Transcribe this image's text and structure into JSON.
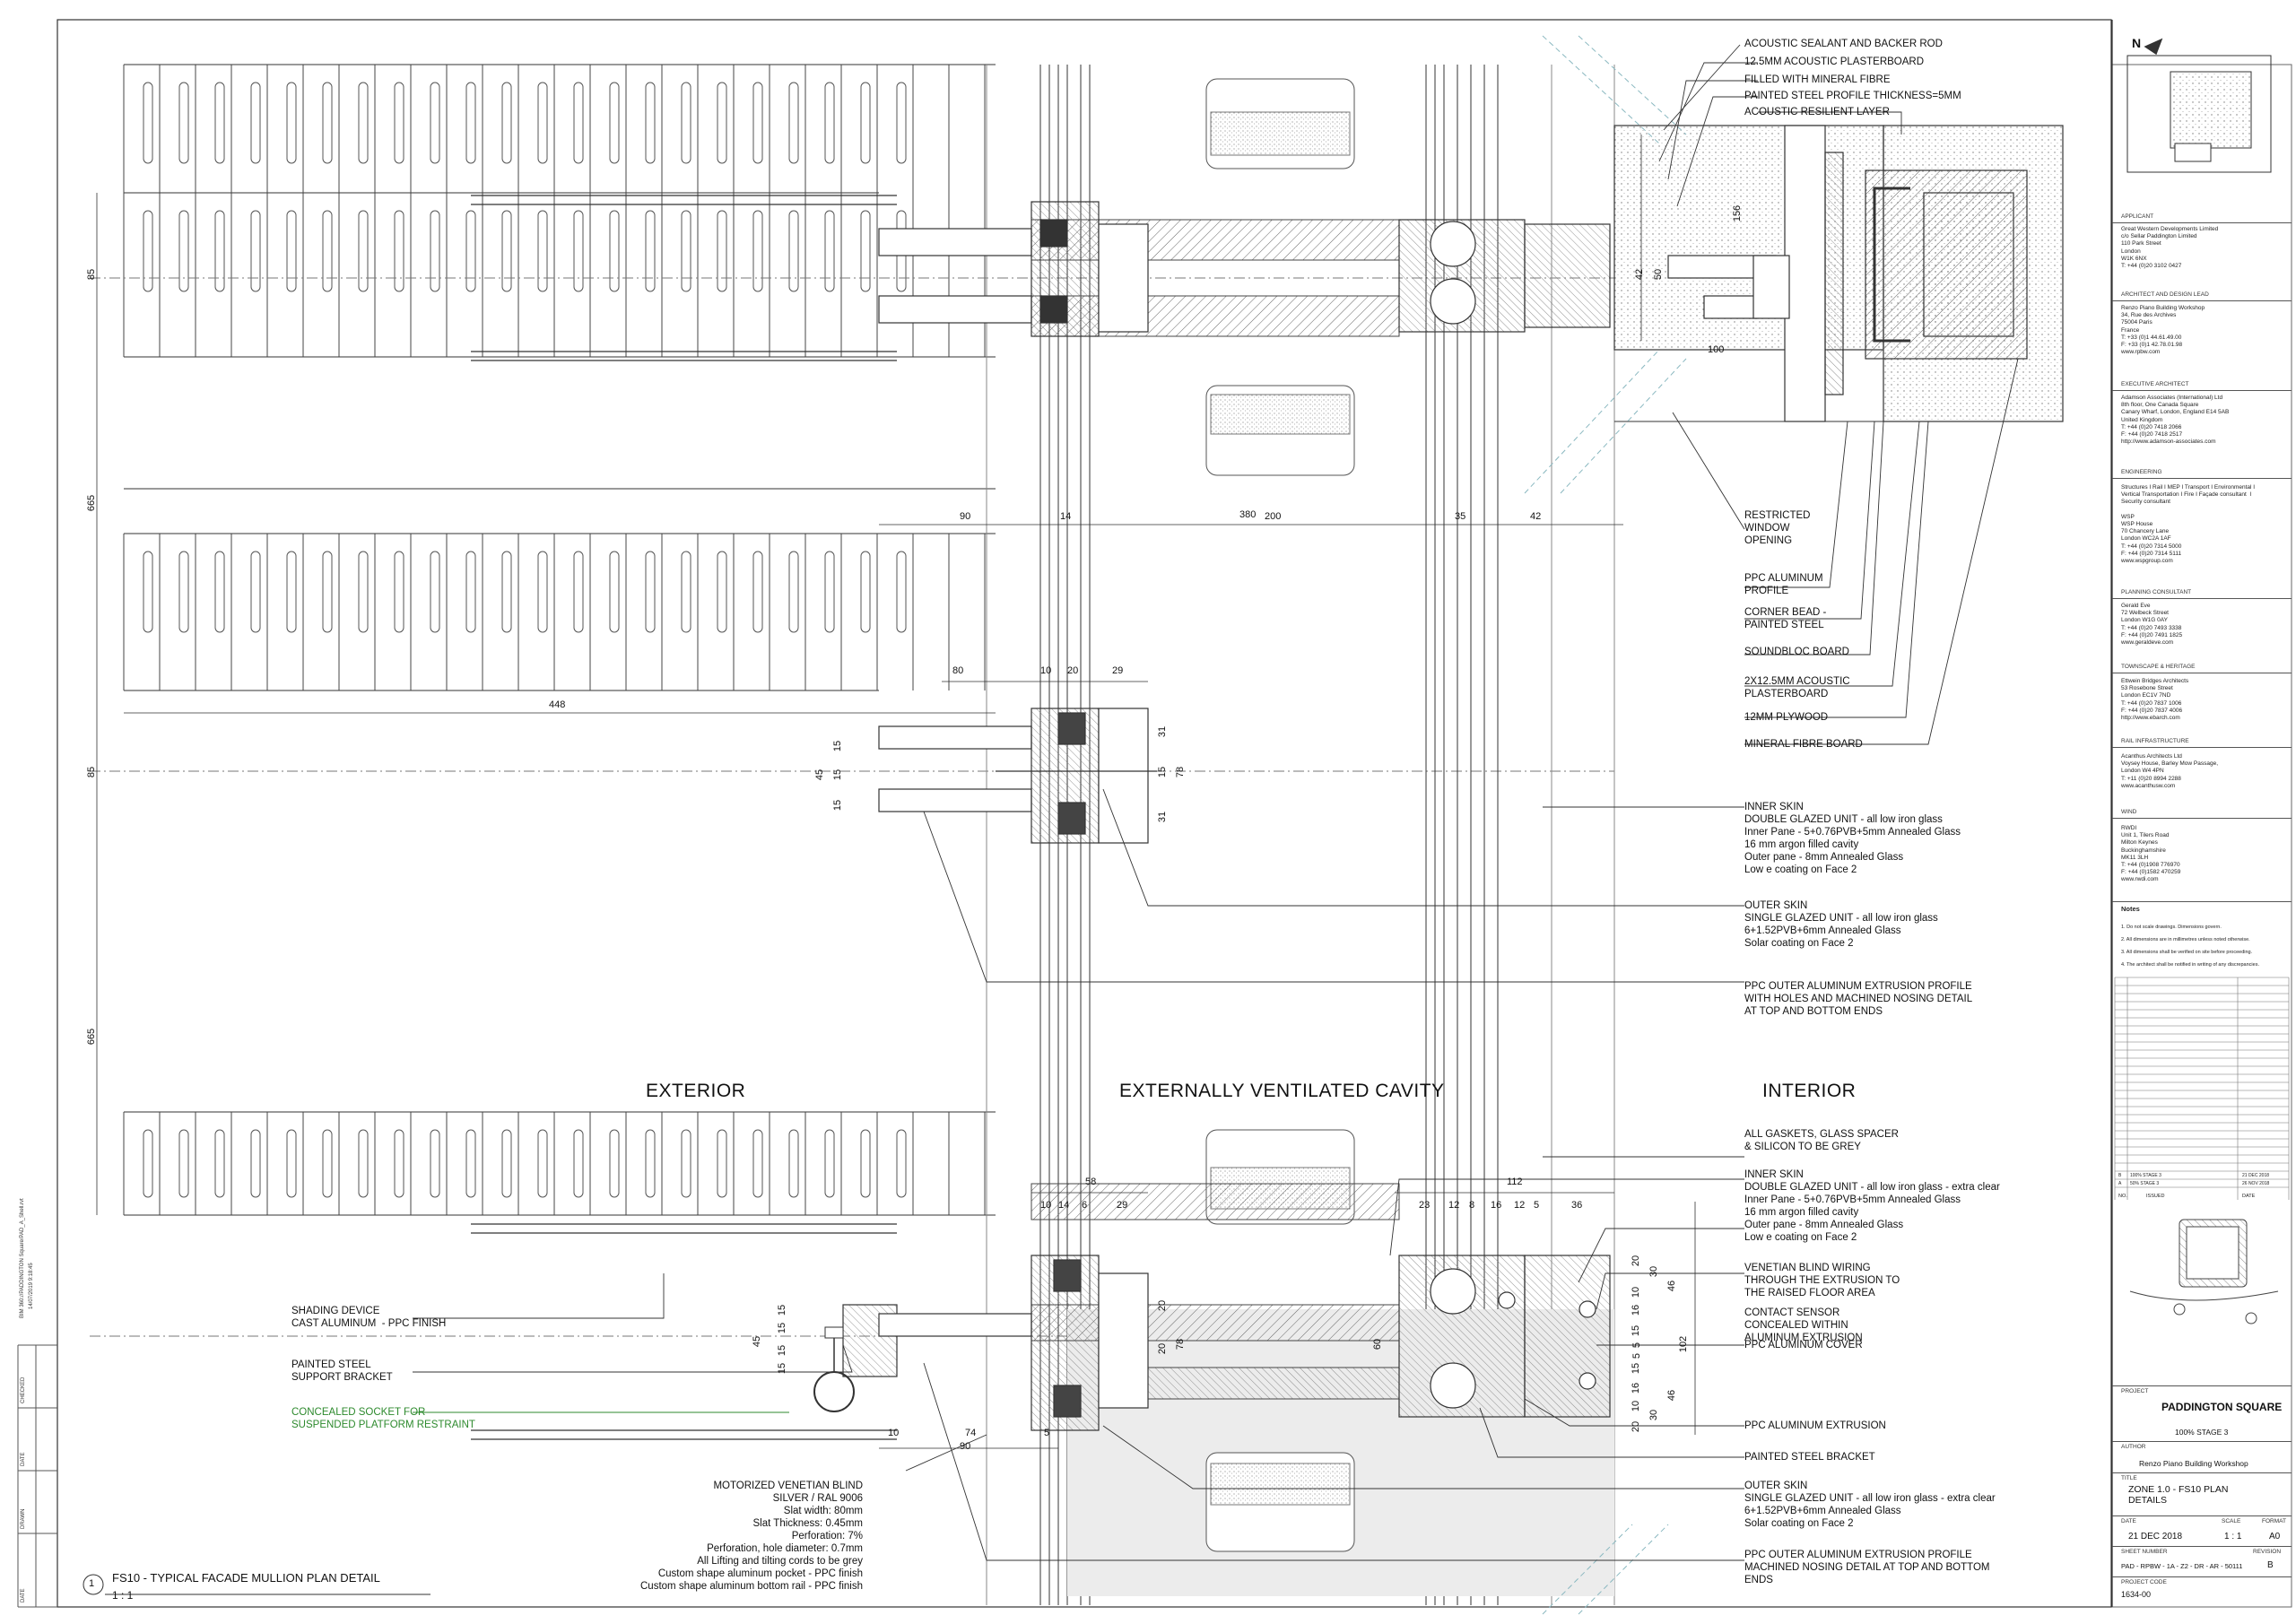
{
  "callouts_top": [
    "ACOUSTIC SEALANT AND BACKER ROD",
    "12.5MM ACOUSTIC PLASTERBOARD",
    "FILLED WITH MINERAL FIBRE",
    "PAINTED STEEL PROFILE THICKNESS=5MM",
    "ACOUSTIC RESILIENT LAYER"
  ],
  "callouts_right": [
    "RESTRICTED\nWINDOW\nOPENING",
    "PPC ALUMINUM\nPROFILE",
    "CORNER BEAD -\nPAINTED STEEL",
    "SOUNDBLOC BOARD",
    "2X12.5MM ACOUSTIC\nPLASTERBOARD",
    "12MM PLYWOOD",
    "MINERAL FIBRE BOARD"
  ],
  "callouts_skin1": [
    "INNER SKIN\nDOUBLE GLAZED UNIT - all low iron glass\nInner Pane - 5+0.76PVB+5mm Annealed Glass\n16 mm argon filled cavity\nOuter pane - 8mm Annealed Glass\nLow e coating on Face 2",
    "OUTER SKIN\nSINGLE GLAZED UNIT - all low iron glass\n6+1.52PVB+6mm Annealed Glass\nSolar coating on Face 2",
    "PPC OUTER ALUMINUM EXTRUSION PROFILE\nWITH HOLES AND MACHINED NOSING DETAIL\nAT TOP AND BOTTOM ENDS"
  ],
  "zones": {
    "exterior": "EXTERIOR",
    "cavity": "EXTERNALLY VENTILATED CAVITY",
    "interior": "INTERIOR"
  },
  "callouts_lower": [
    "ALL GASKETS, GLASS SPACER\n& SILICON TO BE GREY",
    "INNER SKIN\nDOUBLE GLAZED UNIT - all low iron glass - extra clear\nInner Pane - 5+0.76PVB+5mm Annealed Glass\n16 mm argon filled cavity\nOuter pane - 8mm Annealed Glass\nLow e coating on Face 2",
    "VENETIAN BLIND WIRING\nTHROUGH THE EXTRUSION TO\nTHE RAISED FLOOR AREA",
    "CONTACT SENSOR\nCONCEALED WITHIN\nALUMINUM EXTRUSION",
    "PPC ALUMINUM COVER",
    "PPC ALUMINUM EXTRUSION",
    "PAINTED STEEL BRACKET",
    "OUTER SKIN\nSINGLE GLAZED UNIT - all low iron glass - extra clear\n6+1.52PVB+6mm Annealed Glass\nSolar coating on Face 2",
    "PPC OUTER ALUMINUM EXTRUSION PROFILE\nMACHINED NOSING DETAIL AT TOP AND BOTTOM\nENDS"
  ],
  "callouts_left": {
    "shading": "SHADING DEVICE\nCAST ALUMINUM  - PPC FINISH",
    "bracket": "PAINTED STEEL\nSUPPORT BRACKET",
    "socket": "CONCEALED SOCKET FOR\nSUSPENDED PLATFORM RESTRAINT"
  },
  "blind_spec": "MOTORIZED VENETIAN BLIND\nSILVER / RAL 9006\nSlat width: 80mm\nSlat Thickness: 0.45mm\nPerforation: 7%\nPerforation, hole diameter: 0.7mm\nAll Lifting and tilting cords to be grey\nCustom shape aluminum pocket - PPC finish\nCustom shape aluminum bottom rail - PPC finish",
  "drawing_title": {
    "number": "1",
    "title": "FS10 - TYPICAL FACADE MULLION PLAN DETAIL",
    "scale": "1 : 1"
  },
  "dimensions": {
    "top": [
      "156",
      "42",
      "50",
      "100"
    ],
    "mid_row": [
      "90",
      "14",
      "380",
      "200",
      "35",
      "42"
    ],
    "row2": [
      "80",
      "10",
      "20",
      "29"
    ],
    "d448": "448",
    "vert_left": [
      "85",
      "665",
      "85",
      "665"
    ],
    "vert_mid": [
      "15",
      "15",
      "45",
      "15",
      "31",
      "15",
      "78",
      "31"
    ],
    "low_row": [
      "58",
      "10",
      "14",
      "6",
      "29",
      "112",
      "23",
      "12",
      "8",
      "16",
      "12",
      "5",
      "36"
    ],
    "low_vert": [
      "20",
      "30",
      "46",
      "10",
      "16",
      "15",
      "5",
      "5",
      "15",
      "16",
      "10",
      "20",
      "30",
      "46",
      "102",
      "20",
      "78",
      "20",
      "60"
    ],
    "bottom": [
      "10",
      "74",
      "5",
      "90"
    ],
    "left_low": [
      "15",
      "15",
      "45",
      "15",
      "15"
    ]
  },
  "title_block": {
    "applicant_label": "APPLICANT",
    "applicant": "Great Western Developments Limited\nc/o Sellar Paddington Limited\n110 Park Street\nLondon\nW1K 6NX\nT: +44 (0)20 3102 0427",
    "architect_label": "ARCHITECT AND DESIGN LEAD",
    "architect": "Renzo Piano Building Workshop\n34, Rue des Archives\n75004 Paris\nFrance\nT: +33 (0)1 44.61.49.00\nF: +33 (0)1 42.78.01.98\nwww.rpbw.com",
    "exec_label": "EXECUTIVE ARCHITECT",
    "exec": "Adamson Associates (International) Ltd\n8th floor, One Canada Square\nCanary Wharf, London, England E14 5AB\nUnited Kingdom\nT: +44 (0)20 7418 2066\nF: +44 (0)20 7418 2517\nhttp://www.adamson-associates.com",
    "eng_label": "ENGINEERING",
    "eng": "Structures I Rail I MEP I Transport I Environmental I\nVertical Transportation I Fire I Façade consultant  I\nSecurity consultant\n\nWSP\nWSP House\n70 Chancery Lane\nLondon WC2A 1AF\nT: +44 (0)20 7314 5000\nF: +44 (0)20 7314 5111\nwww.wspgroup.com",
    "plan_label": "PLANNING CONSULTANT",
    "plan": "Gerald Eve\n72 Welbeck Street\nLondon W1G 0AY\nT: +44 (0)20 7493 3338\nF: +44 (0)20 7491 1825\nwww.geraldeve.com",
    "town_label": "TOWNSCAPE & HERITAGE",
    "town": "Ettwein Bridges Architects\n53 Rosebone Street\nLondon EC1V 7ND\nT: +44 (0)20 7837 1006\nF: +44 (0)20 7837 4006\nhttp://www.ebarch.com",
    "rail_label": "RAIL INFRASTRUCTURE",
    "rail": "Acanthus Architects Ltd\nVoysey House, Barley Mow Passage,\nLondon W4 4PN\nT: +11 (0)20 8994 2288\nwww.acanthusw.com",
    "wind_label": "WIND",
    "wind": "RWDI\nUnit 1, Tilers Road\nMilton Keynes\nBuckinghamshire\nMK11 3LH\nT: +44 (0)1908 776970\nF: +44 (0)1582 470259\nwww.rwdi.com",
    "notes_label": "Notes",
    "notes": [
      "1. Do not scale drawings. Dimensions govern.",
      "2. All dimensions are in millimetres unless noted otherwise.",
      "3. All dimensions shall be verified on site before proceeding.",
      "4. The architect shall be notified in writing of any discrepancies."
    ],
    "revisions": [
      [
        "B",
        "100% STAGE 3",
        "21 DEC 2018"
      ],
      [
        "A",
        "50% STAGE 3",
        "26 NOV 2018"
      ]
    ],
    "rev_headers": [
      "NO.",
      "ISSUED",
      "DATE"
    ],
    "project_label": "PROJECT",
    "project": "PADDINGTON SQUARE",
    "stage": "100% STAGE 3",
    "author_label": "AUTHOR",
    "author": "Renzo Piano Building Workshop",
    "title_label": "TITLE",
    "title": "ZONE 1.0 - FS10 PLAN\nDETAILS",
    "date_label": "DATE",
    "scale_label": "SCALE",
    "format_label": "FORMAT",
    "date": "21 DEC 2018",
    "scale": "1 : 1",
    "format": "A0",
    "sheet_label": "SHEET NUMBER",
    "revision_label": "REVISION",
    "sheet": "PAD - RPBW - 1A - Z2 - DR - AR - 50111",
    "revision": "B",
    "code_label": "PROJECT CODE",
    "code": "1634-00"
  },
  "side_strip": {
    "path": "BIM 360://PADDINGTON Square/PAD_A_Shell.rvt",
    "stamp": "14/07/2019 9:18:45",
    "checked": "CHECKED",
    "date": "DATE",
    "drawn": "DRAWN"
  }
}
